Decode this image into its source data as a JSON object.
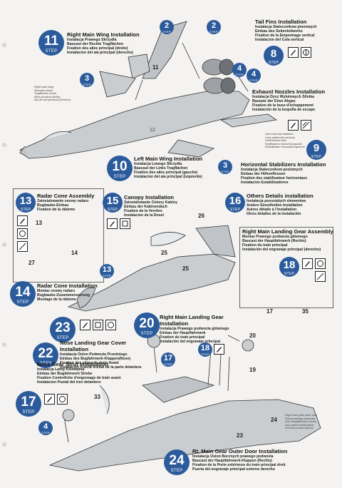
{
  "steps": {
    "s11": {
      "number": "11",
      "label": "STEP",
      "title": "Right Main Wing Installation",
      "lines": [
        "Instalacja Prawego Skrzydla",
        "Baucast der Rechts Tragflächen",
        "Fixation des ailes principal (droite)",
        "Instalacion del ala principal (derecho)"
      ]
    },
    "s8": {
      "number": "8",
      "label": "STEP",
      "title": "Tail Fins Installation",
      "lines": [
        "Instalacja Statecznikow pionowych",
        "Einbau des Seitenleitwerks",
        "Fixation de la Empennage vertical",
        "Instalacion del Cola vertical"
      ]
    },
    "s9": {
      "number": "9",
      "label": "STEP",
      "title": "Exhaust Nozzles Installation",
      "lines": [
        "Instalacja Dysz Wylotowych Silnika",
        "Bausatz der Düse Abgas",
        "Fixation de la buse d'échappement",
        "Instalacion de la boquilla de escape"
      ]
    },
    "s10": {
      "number": "10",
      "label": "STEP",
      "title": "Left Main Wing Installation",
      "lines": [
        "Instalacja Lewego Skrzydla",
        "Baucast der Links Tragflächen",
        "Fixation des ailes principal (gauche)",
        "Instalacion del ala principal (izquierdo)"
      ]
    },
    "s3b": {
      "title": "Horizontal Stabilizers Installation",
      "lines": [
        "Instalacja Statecznikow poziomych",
        "Einbau der Höhenflossen",
        "Fixation des stabilisateur horizontaux",
        "Instalacion Estabilizadores"
      ]
    },
    "s13": {
      "number": "13",
      "label": "STEP",
      "title": "Radar Cone Assembly",
      "lines": [
        "Zainstalowanie osowy radaru",
        "Bugbaube-Einbau",
        "Fixation de la râdome"
      ]
    },
    "s15": {
      "number": "15",
      "label": "STEP",
      "title": "Canopy Installation",
      "lines": [
        "Zainstalowanie Oslony Kabiny",
        "Einbau der Kabinendach",
        "Fixation de la Verrière",
        "Instalacion de la Dosel"
      ]
    },
    "s16": {
      "number": "16",
      "label": "STEP",
      "title": "Others Details installation",
      "lines": [
        "Instalacja pozostalych elementow",
        "Andere Einzelheiten Installation",
        "Autres détails à l'installation",
        "Otros detalles de la instalación"
      ]
    },
    "s14": {
      "number": "14",
      "label": "STEP",
      "title": "Radar Cone Installation",
      "lines": [
        "Montaz osowy radaru",
        "Bugbaube-Zusammensetzung",
        "Montage de la râdome"
      ]
    },
    "s18": {
      "number": "18",
      "label": "STEP",
      "title": "Right Main Landing Gear Assembly",
      "lines": [
        "Montaz Prawego podwozia glównego",
        "Baucast der Hauptfahrwerk (Rechts)",
        "Fixation du train principal",
        "Instalación del engranaje principal (derecho)"
      ]
    },
    "s23": {
      "number": "23",
      "label": "STEP"
    },
    "s20": {
      "number": "20",
      "label": "STEP",
      "title": "Right Main Landing Gear Installation",
      "lines": [
        "Instalacja Prawego podwozia glównego",
        "Einbau der Hauptfahrwerk",
        "Fixation du train principal",
        "Instalación del engranaje principal"
      ]
    },
    "s22": {
      "number": "22",
      "label": "STEP",
      "title": "Nose Landing Gear Cover Installation",
      "lines": [
        "Instalacja Oslon Podwozia Przedniego",
        "Einbau des Bugfahrwerk-Klappen(Nose)",
        "Fixation des pâpes du train Avant",
        "Instalacion Puerta frontal de la parte delantera"
      ],
      "title2": "Nose Gear Strut Installation",
      "lines2": [
        "Instalacja Lamp Kolowania",
        "Einbau der Bugfahrwerk Strebe",
        "Fixation Contrefiche d'engrenage de train avant",
        "Instalacion Puntal del tren delantero"
      ]
    },
    "s17": {
      "number": "17",
      "label": "STEP"
    },
    "s24": {
      "number": "24",
      "label": "STEP",
      "title": "Rt. Main Gear Outer Door Installation",
      "lines": [
        "Instalacja Oslon Bocznych prawego podwozia",
        "Baucast der Hauptfahrwerk-Klappen (Rechts)",
        "Fixation de la Porte extérieure du train principal droit",
        "Puerta del engranaje principal externo derecho"
      ]
    }
  },
  "refs": {
    "r2a": "2",
    "r2b": "2",
    "r3a": "3",
    "r3b": "3",
    "r4a": "4",
    "r4b": "4",
    "r13": "13",
    "r17": "17",
    "r18": "18",
    "r4c": "4"
  },
  "parts": {
    "p11": "11",
    "p13": "13",
    "p14": "14",
    "p27": "27",
    "p26": "26",
    "p25a": "25",
    "p25b": "25",
    "p17": "17",
    "p35": "35",
    "p20": "20",
    "p19": "19",
    "p33": "33",
    "p24": "24",
    "p23": "23"
  },
  "notes": {
    "n_left_top": [
      "Right main wing",
      "Skrzydlo prawe",
      "Tragflächen rechts",
      "Ailes principal (droite)",
      "Ala del ala principal (Derecho)"
    ],
    "n_right_mid": [
      "Left horizontal stabilizer",
      "Lewy statecznik poziomy",
      "Höhenflosse links",
      "Stabilisateur horizontal gauche",
      "Estabilizador horizontal izquierdo"
    ],
    "n_bottom_right": [
      "Right main gear outer door",
      "Drzwi prawego podwozia",
      "Das Hauptfahrwerk rechts",
      "Des sauterontrabcalmut",
      "Derecha puerta exterior"
    ],
    "fuselage_code": "12"
  }
}
